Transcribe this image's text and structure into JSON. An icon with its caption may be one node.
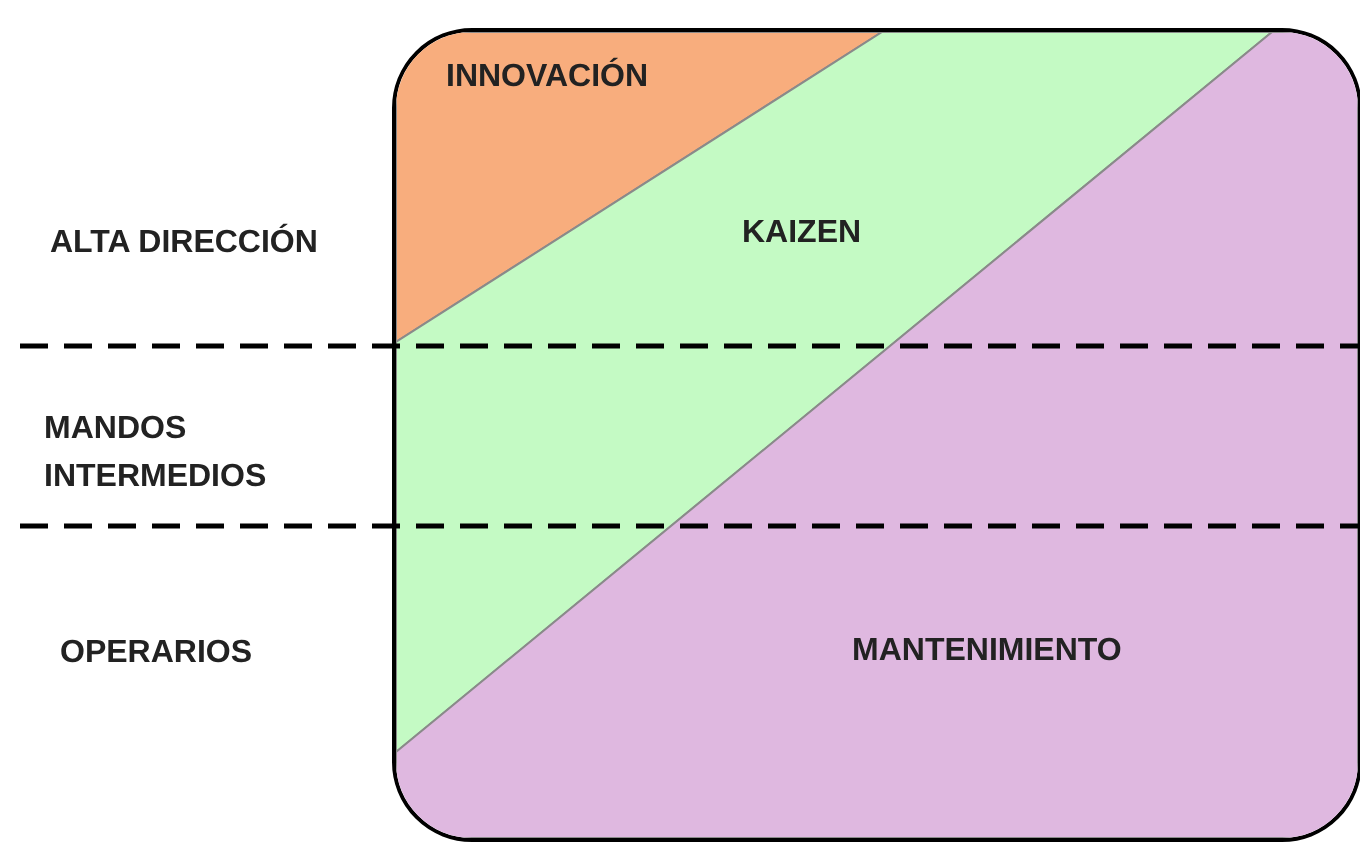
{
  "diagram": {
    "nodes": [
      {
        "text": [
          "INNOVACIÓN"
        ]
      },
      {
        "text": [
          "KAIZEN"
        ]
      },
      {
        "text": [
          "MANTENIMIENTO"
        ]
      }
    ],
    "labels": [
      "ALTA DIRECCIÓN",
      "MANDOS INTERMEDIOS",
      "OPERARIOS"
    ]
  }
}
